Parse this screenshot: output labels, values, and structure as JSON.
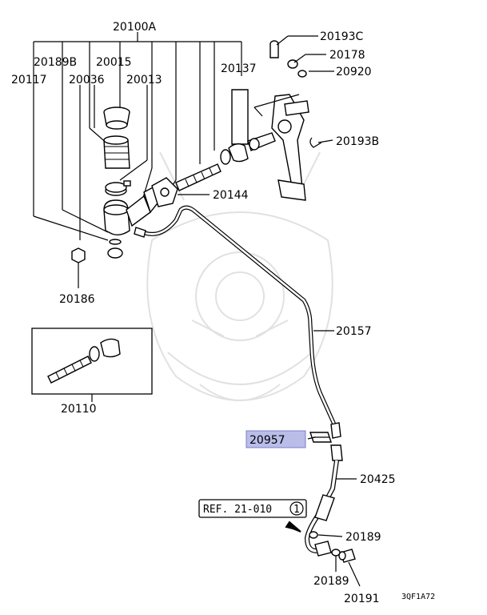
{
  "parts": {
    "p20100A": "20100A",
    "p20189B": "20189B",
    "p20015": "20015",
    "p20117": "20117",
    "p20036": "20036",
    "p20013": "20013",
    "p20137": "20137",
    "p20193C": "20193C",
    "p20178": "20178",
    "p20920": "20920",
    "p20193B": "20193B",
    "p20144": "20144",
    "p20186": "20186",
    "p20157": "20157",
    "p20110": "20110",
    "p20957": "20957",
    "p20425": "20425",
    "p20189a": "20189",
    "p20189b": "20189",
    "p20191": "20191"
  },
  "reference": {
    "text": "REF. 21-010",
    "circle": "1"
  },
  "diagram_code": "3QF1A72",
  "highlight_color": "#b9bde8"
}
